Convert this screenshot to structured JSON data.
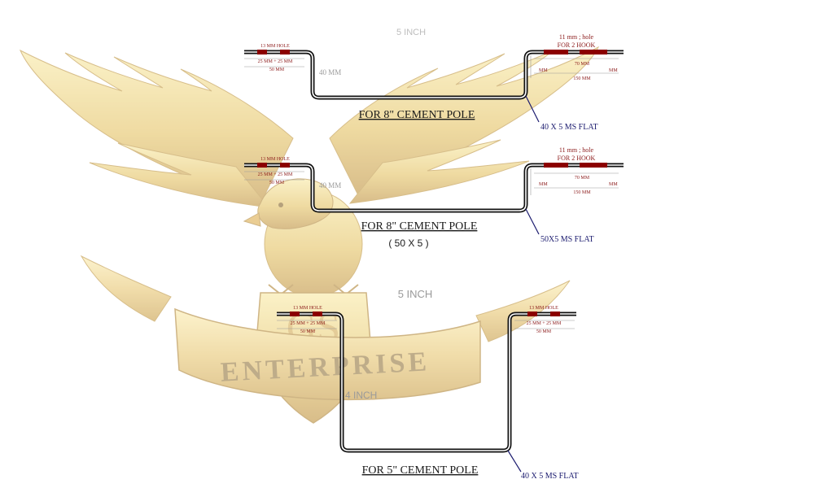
{
  "watermark": {
    "brand_text": "ENTERPRISE",
    "monogram": "GS",
    "colors": {
      "gold_light": "#f6e08a",
      "gold": "#dcb348",
      "gold_dark": "#a87a22",
      "ribbon_text": "#8a6a2a"
    }
  },
  "diagrams": [
    {
      "top_dim": "5 INCH",
      "depth_dim": "40 MM",
      "left_hole_label": "13 MM HOLE",
      "left_spacing_label": "25 MM + 25 MM",
      "left_total_label": "50 MM",
      "right_hole_label": "11 mm ; hole",
      "right_hook_label": "FOR 2 HOOK",
      "right_spacing_label": "70 MM",
      "right_total_label": "150 MM",
      "right_side_mm": "MM",
      "caption": "FOR 8\" CEMENT POLE",
      "material": "40 X 5 MS FLAT"
    },
    {
      "depth_dim": "40 MM",
      "left_hole_label": "13 MM HOLE",
      "left_spacing_label": "25 MM + 25 MM",
      "left_total_label": "50 MM",
      "right_hole_label": "11 mm ; hole",
      "right_hook_label": "FOR 2 HOOK",
      "right_spacing_label": "70 MM",
      "right_total_label": "150 MM",
      "right_side_mm": "MM",
      "caption": "FOR 8\" CEMENT POLE",
      "subcaption": "( 50 X 5 )",
      "material": "50X5 MS FLAT"
    },
    {
      "top_dim": "5 INCH",
      "depth_dim": "4 INCH",
      "left_hole_label": "13 MM HOLE",
      "left_spacing_label": "25 MM + 25 MM",
      "left_total_label": "50 MM",
      "right_hole_label": "13 MM HOLE",
      "right_spacing_label": "25 MM + 25 MM",
      "right_total_label": "50 MM",
      "caption": "FOR 5\" CEMENT POLE",
      "material": "40 X 5 MS FLAT"
    }
  ],
  "colors": {
    "line": "#111111",
    "inner_line": "#ffffff",
    "hole": "#8b0000",
    "dim_text": "#8b1a1a",
    "caption": "#1a1a1a",
    "material": "#1a1a6e",
    "leader": "#1a1a6e",
    "dim_grey": "#9a9a9a"
  }
}
